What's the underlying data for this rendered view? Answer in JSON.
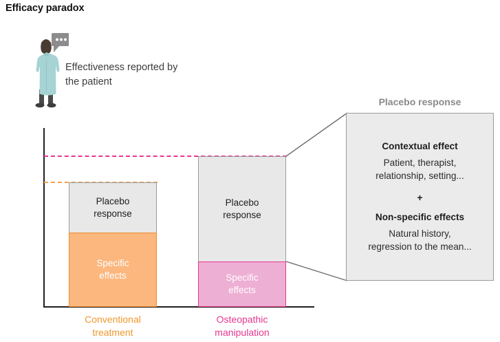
{
  "title": "Efficacy paradox",
  "patient": {
    "icon": "patient-figure-icon",
    "speech_bubble": "speech-bubble-icon",
    "caption": "Effectiveness reported by the patient"
  },
  "chart_data": {
    "type": "bar",
    "title": "Efficacy paradox",
    "xlabel": "",
    "ylabel": "",
    "stacked": true,
    "grid": false,
    "legend_position": "none",
    "categories": [
      "Conventional treatment",
      "Osteopathic manipulation"
    ],
    "series": [
      {
        "name": "Specific effects",
        "values": [
          41,
          25
        ]
      },
      {
        "name": "Placebo response",
        "values": [
          28,
          59
        ]
      }
    ],
    "totals": [
      69,
      84
    ],
    "ylim": [
      0,
      100
    ],
    "annotations": [
      {
        "name": "total-effect-osteopathic",
        "type": "dashed-line",
        "value": 84,
        "color": "#e8368f"
      },
      {
        "name": "total-effect-conventional",
        "type": "dashed-line",
        "value": 69,
        "color": "#f5a24b"
      }
    ],
    "series_colors": {
      "Specific effects (conventional)": "#fbb77e",
      "Specific effects (osteopathic)": "#eeafd4",
      "Placebo response": "#e8e8e8"
    }
  },
  "bars": {
    "conventional": {
      "category_label_line1": "Conventional",
      "category_label_line2": "treatment",
      "placebo_label_line1": "Placebo",
      "placebo_label_line2": "response",
      "specific_label_line1": "Specific",
      "specific_label_line2": "effects",
      "accent_color": "#f0972e"
    },
    "osteopathic": {
      "category_label_line1": "Osteopathic",
      "category_label_line2": "manipulation",
      "placebo_label_line1": "Placebo",
      "placebo_label_line2": "response",
      "specific_label_line1": "Specific",
      "specific_label_line2": "effects",
      "accent_color": "#e8368f"
    }
  },
  "callout": {
    "heading": "Placebo response",
    "contextual_title": "Contextual effect",
    "contextual_body_line1": "Patient, therapist,",
    "contextual_body_line2": "relationship, setting...",
    "plus": "+",
    "nonspecific_title": "Non-specific effects",
    "nonspecific_body_line1": "Natural history,",
    "nonspecific_body_line2": "regression to the mean..."
  },
  "colors": {
    "orange_accent": "#f0972e",
    "pink_accent": "#e8368f",
    "orange_fill": "#fbb77e",
    "pink_fill": "#eeafd4",
    "grey_fill": "#e8e8e8",
    "grey_border": "#9a9a9a",
    "gown": "#a6d3d3"
  }
}
